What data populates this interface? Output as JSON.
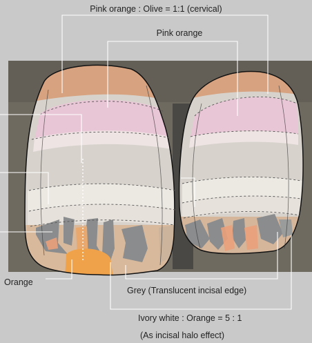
{
  "labels": {
    "cervical_mix": "Pink orange : Olive = 1:1 (cervical)",
    "pink_orange": "Pink orange",
    "orange": "Orange",
    "grey": "Grey (Translucent incisal edge)",
    "ivory_ratio": "Ivory white : Orange = 5 : 1",
    "halo_note": "(As incisal halo effect)"
  },
  "colors": {
    "background": "#c9c9c9",
    "photo_bg": "#6f6a60",
    "cervical": "#d7a27f",
    "pink": "#e9c6d6",
    "body": "#d7d3cc",
    "band": "#ece9e3",
    "grey": "#8a8c8d",
    "orange": "#f0a24a",
    "leader": "#ffffff"
  }
}
